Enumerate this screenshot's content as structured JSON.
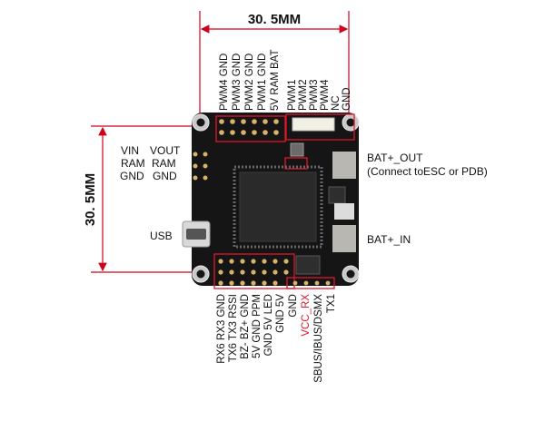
{
  "dimensions": {
    "top": "30. 5MM",
    "left": "30. 5MM"
  },
  "top_labels": {
    "pwm_out": [
      "PWM4 GND",
      "PWM3 GND",
      "PWM2 GND",
      "PWM1 GND",
      "5V  RAM  BAT"
    ],
    "receiver": [
      "PWM1",
      "PWM2",
      "PWM3",
      "PWM4",
      "NC",
      "GND"
    ]
  },
  "left_labels": {
    "row1": [
      "VIN",
      "VOUT"
    ],
    "row2": [
      "RAM",
      "RAM"
    ],
    "row3": [
      "GND",
      "GND"
    ],
    "usb": "USB"
  },
  "right_labels": {
    "bat_out": "BAT+_OUT",
    "bat_out_note": "(Connect toESC or PDB)",
    "bat_in": "BAT+_IN"
  },
  "bottom_labels": {
    "left_block": [
      "RX3  GND",
      "TX3  RSSI",
      "BZ+  GND",
      "GND  PPM",
      "5V   LED",
      "5V",
      "BZ-",
      "TX6",
      "RX6"
    ],
    "col_a": "RX6  RX3  GND",
    "col_b": "TX6  TX3  RSSI",
    "col_c": "BZ-  BZ+  GND",
    "col_d": "5V  GND  PPM",
    "col_e": "GND  5V  LED",
    "col_f": "GND  5V",
    "col_g": "GND",
    "vcc_rx": "VCC_RX",
    "sbus": "SBUS/IBUS/DSMX",
    "tx1": "TX1"
  },
  "colors": {
    "dimension_line": "#d0021b",
    "board": "#151515",
    "highlight": "#e0182d",
    "text": "#111111"
  }
}
